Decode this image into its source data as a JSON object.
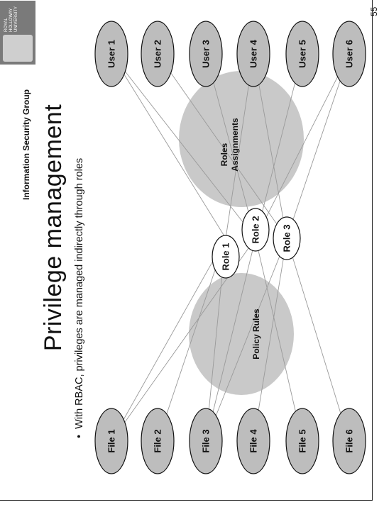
{
  "header": {
    "group": "Information Security Group"
  },
  "logo": {
    "text": "ROYAL HOLLOWAY UNIVERSITY"
  },
  "title": "Privilege management",
  "bullet": {
    "symbol": "•",
    "text": "With RBAC, privileges are managed indirectly through roles"
  },
  "page_number": "55",
  "diagram": {
    "files": [
      "File 1",
      "File 2",
      "File 3",
      "File 4",
      "File 5",
      "File 6"
    ],
    "roles": [
      "Role 1",
      "Role 2",
      "Role 3"
    ],
    "users": [
      "User 1",
      "User 2",
      "User 3",
      "User 4",
      "User 5",
      "User 6"
    ],
    "policy_label": "Policy Rules",
    "assign_label": "Roles Assignments",
    "policy_edges": [
      [
        0,
        0
      ],
      [
        0,
        1
      ],
      [
        1,
        0
      ],
      [
        2,
        0
      ],
      [
        2,
        1
      ],
      [
        2,
        2
      ],
      [
        3,
        2
      ],
      [
        4,
        1
      ],
      [
        5,
        2
      ]
    ],
    "assign_edges": [
      [
        0,
        0
      ],
      [
        0,
        1
      ],
      [
        1,
        2
      ],
      [
        2,
        1
      ],
      [
        3,
        0
      ],
      [
        3,
        2
      ],
      [
        4,
        1
      ],
      [
        5,
        1
      ],
      [
        5,
        2
      ]
    ],
    "colors": {
      "node_fill": "#bdbdbd",
      "role_fill": "#ffffff",
      "cloud_fill": "#c9c9c9",
      "edge": "#9a9a9a"
    }
  }
}
